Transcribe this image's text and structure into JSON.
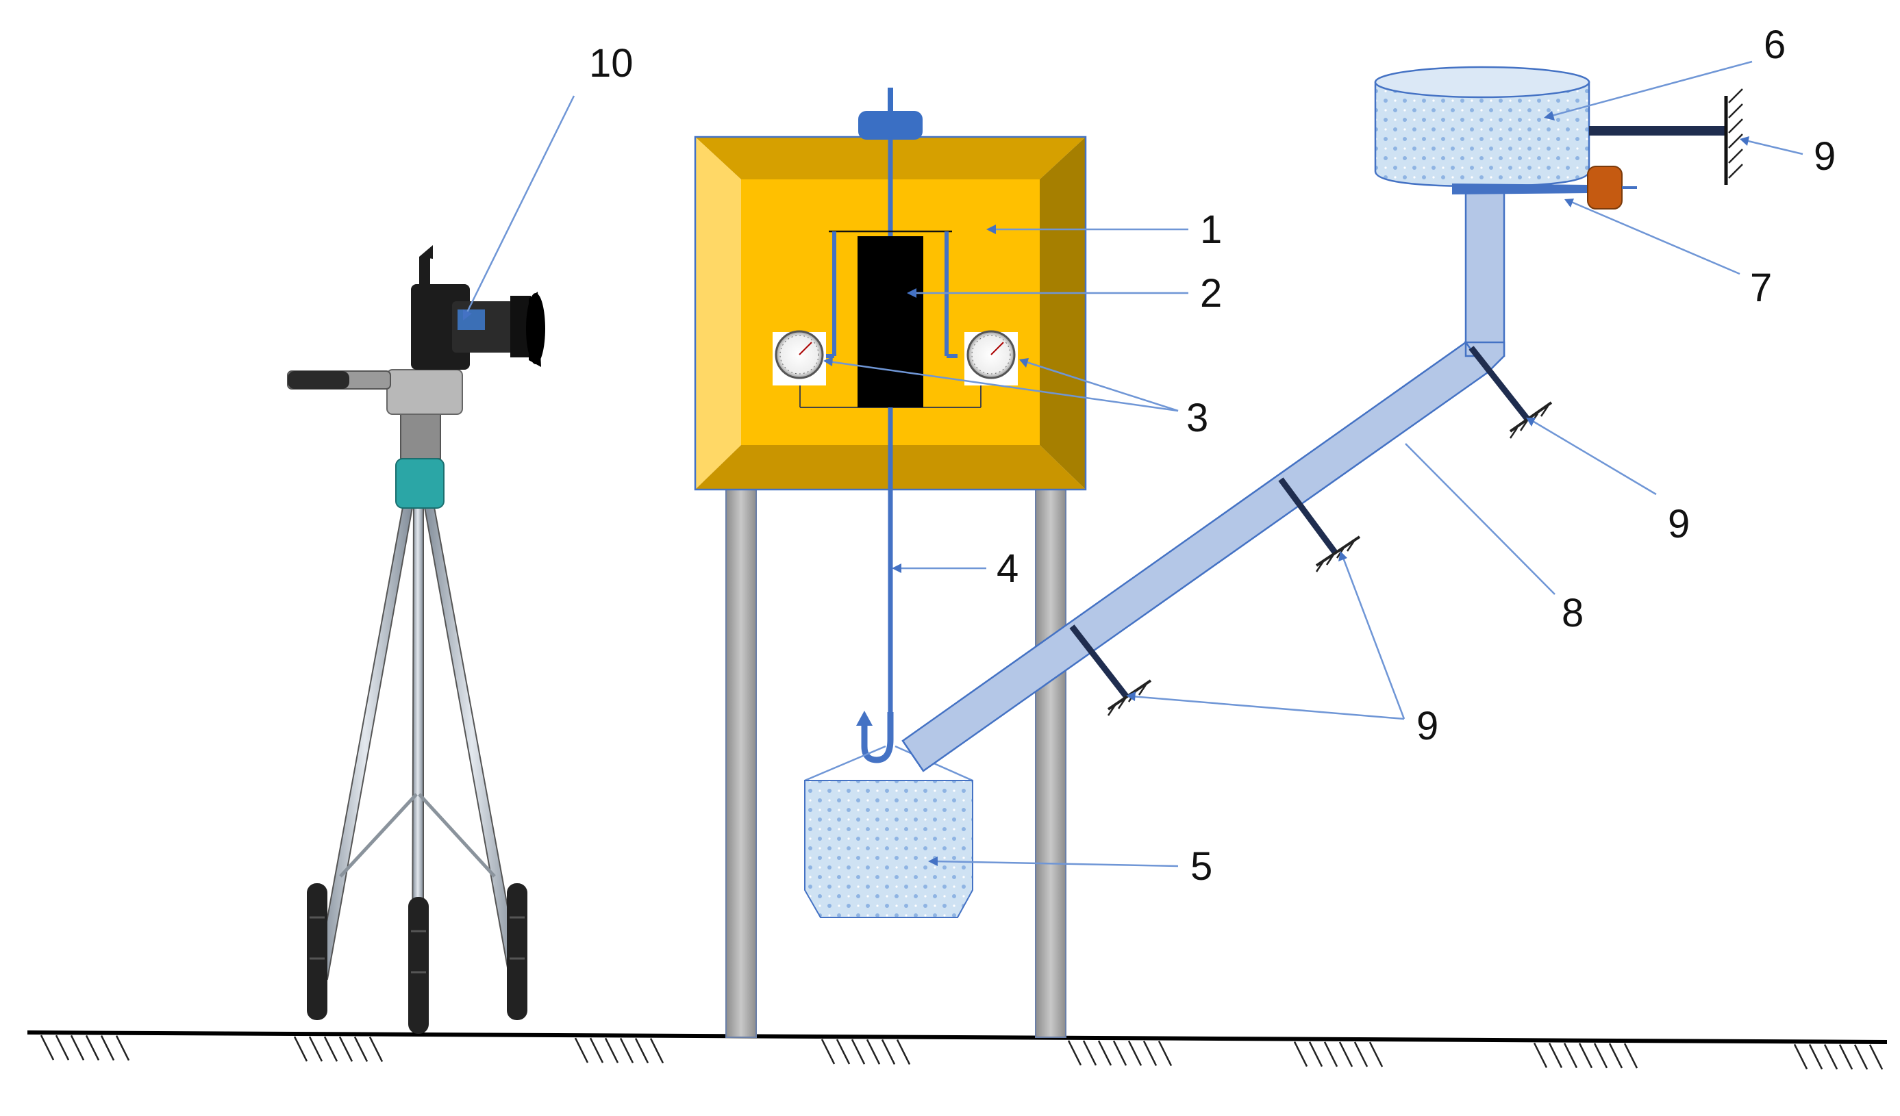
{
  "labels": {
    "l1": "1",
    "l2": "2",
    "l3": "3",
    "l4": "4",
    "l5": "5",
    "l6": "6",
    "l7": "7",
    "l8": "8",
    "l9_top": "9",
    "l9_mid": "9",
    "l9_low": "9",
    "l10": "10"
  },
  "colors": {
    "cabinet_face": "#ffc000",
    "cabinet_left_bevel": "#ffd966",
    "cabinet_right_bevel": "#9e7a00",
    "cabinet_top_bevel": "#d9a400",
    "cabinet_bottom_bevel": "#c49300",
    "frame_blue": "#4472c4",
    "rod_blue": "#4472c4",
    "sample_black": "#000000",
    "water_light": "#bdd7ee",
    "water_dot": "#9dc3e6",
    "trough_fill": "#b4c7e7",
    "leg_gray": "#a6a6a6",
    "valve_orange": "#c55a11",
    "leader_line": "#6f96d6"
  }
}
